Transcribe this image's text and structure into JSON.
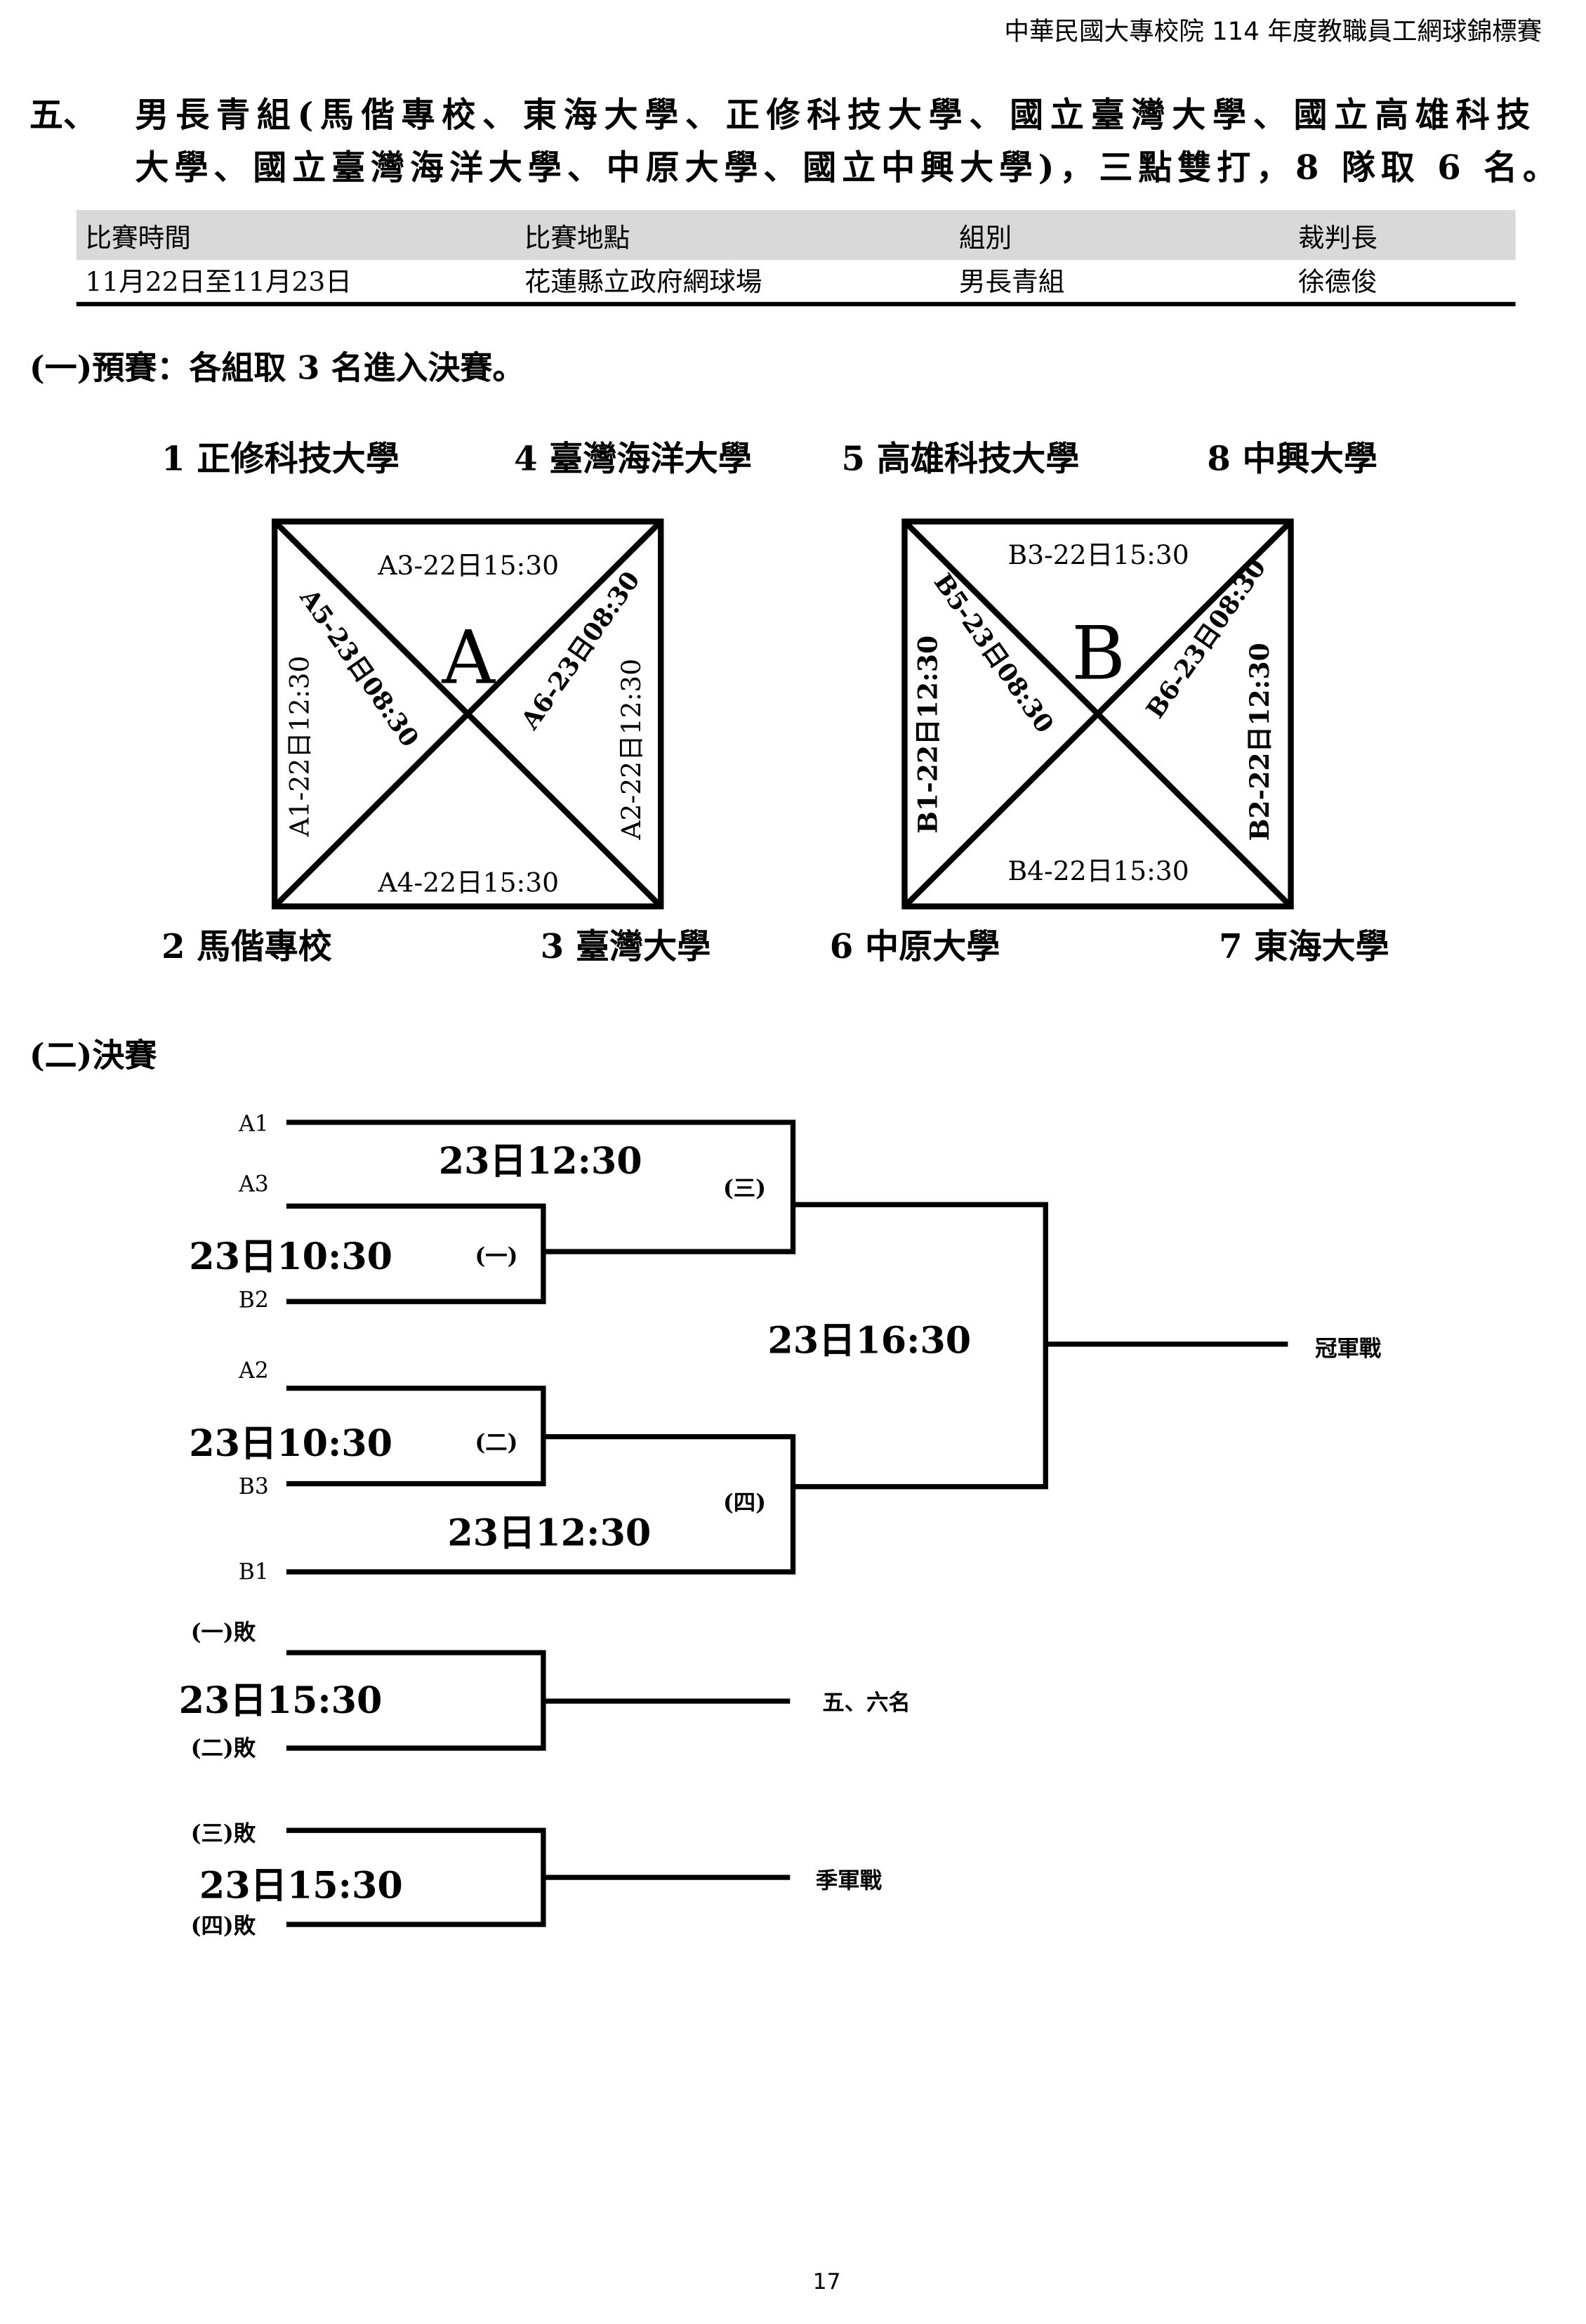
{
  "header": {
    "title": "中華民國大專校院 114 年度教職員工網球錦標賽"
  },
  "section": {
    "number": "五、",
    "title_line1": "男長青組(馬偕專校、東海大學、正修科技大學、國立臺灣大學、國立高雄科技",
    "title_line2": "大學、國立臺灣海洋大學、中原大學、國立中興大學)，三點雙打，8 隊取 6 名。"
  },
  "info_table": {
    "headers": [
      "比賽時間",
      "比賽地點",
      "組別",
      "裁判長"
    ],
    "row": [
      "11月22日至11月23日",
      "花蓮縣立政府網球場",
      "男長青組",
      "徐德俊"
    ]
  },
  "prelim": {
    "heading": "(一)預賽：各組取 3 名進入決賽。",
    "teams_top": [
      "1 正修科技大學",
      "4 臺灣海洋大學",
      "5 高雄科技大學",
      "8 中興大學"
    ],
    "teams_bottom": [
      "2 馬偕專校",
      "3 臺灣大學",
      "6 中原大學",
      "7 東海大學"
    ],
    "group_a": {
      "label": "A",
      "top": "A3-22日15:30",
      "bottom": "A4-22日15:30",
      "left": "A1-22日12:30",
      "right": "A2-22日12:30",
      "diag_left": "A5-23日08:30",
      "diag_right": "A6-23日08:30"
    },
    "group_b": {
      "label": "B",
      "top": "B3-22日15:30",
      "bottom": "B4-22日15:30",
      "left": "B1-22日12:30",
      "right": "B2-22日12:30",
      "diag_left": "B5-23日08:30",
      "diag_right": "B6-23日08:30"
    }
  },
  "finals": {
    "heading": "(二)決賽",
    "seeds": [
      "A1",
      "A3",
      "B2",
      "A2",
      "B3",
      "B1"
    ],
    "match1": {
      "label": "(一)",
      "time": "23日10:30"
    },
    "match2": {
      "label": "(二)",
      "time": "23日10:30"
    },
    "match3": {
      "label": "(三)",
      "time": "23日12:30"
    },
    "match4": {
      "label": "(四)",
      "time": "23日12:30"
    },
    "final": {
      "time": "23日16:30",
      "label": "冠軍戰"
    },
    "fifth": {
      "in1": "(一)敗",
      "in2": "(二)敗",
      "time": "23日15:30",
      "label": "五、六名"
    },
    "third": {
      "in1": "(三)敗",
      "in2": "(四)敗",
      "time": "23日15:30",
      "label": "季軍戰"
    }
  },
  "footer": {
    "page_number": "17"
  }
}
